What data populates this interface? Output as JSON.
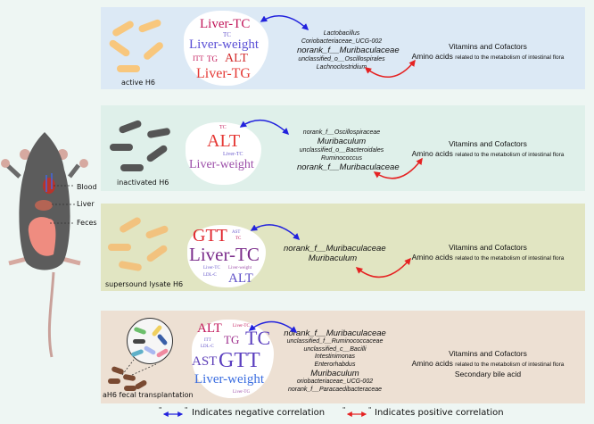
{
  "colors": {
    "background": "#eef6f3",
    "panel1": "#dce9f5",
    "panel2": "#dff0ea",
    "panel3": "#e1e5c2",
    "panel4": "#ede0d3",
    "negative": "#2222dd",
    "positive": "#e52222"
  },
  "mouse": {
    "labels": [
      "Blood",
      "Liver",
      "Feces"
    ]
  },
  "panels": [
    {
      "group": "active H6",
      "words": [
        "Liver-TC",
        "TC",
        "Liver-weight",
        "ITT",
        "TG",
        "ALT",
        "Liver-TG"
      ],
      "taxa": [
        "Lactobacillus",
        "Coriobacteriaceae_UCG-002",
        "norank_f__Muribaculaceae",
        "unclassified_o__Oscillospirales",
        "Lachnoclostridium"
      ],
      "metabolites": {
        "line1": "Vitamins and Cofactors",
        "amino": "Amino acids",
        "related": "related to the metabolism of intestinal flora"
      }
    },
    {
      "group": "inactivated H6",
      "words": [
        "TC",
        "ALT",
        "Liver-TC",
        "Liver-weight"
      ],
      "taxa": [
        "norank_f__Oscillospiraceae",
        "Muribaculum",
        "unclassified_o__Bacteroidales",
        "Ruminococcus",
        "norank_f__Muribaculaceae"
      ],
      "metabolites": {
        "line1": "Vitamins and Cofactors",
        "amino": "Amino acids",
        "related": "related to the metabolism of intestinal flora"
      }
    },
    {
      "group": "supersound lysate H6",
      "words": [
        "GTT",
        "AST",
        "TC",
        "Liver-TC",
        "Liver-TC",
        "Liver-weight",
        "LDL-C",
        "ALT"
      ],
      "taxa": [
        "norank_f__Muribaculaceae",
        "Muribaculum"
      ],
      "metabolites": {
        "line1": "Vitamins and Cofactors",
        "amino": "Amino acids",
        "related": "related to the metabolism of intestinal flora"
      }
    },
    {
      "group": "aH6 fecal transplantation",
      "words": [
        "ALT",
        "Liver-TC",
        "ITT",
        "TG",
        "LDL-C",
        "TC",
        "AST",
        "GTT",
        "Liver-weight",
        "Liver-TG"
      ],
      "taxa": [
        "norank_f__Muribaculaceae",
        "unclassified_f__Ruminococcaceae",
        "unclassified_c__Bacilli",
        "Intestinimonas",
        "Enterorhabdus",
        "Muribaculum",
        "oriobacteriaceae_UCG-002",
        "norank_f__Paracaedibacteraceae"
      ],
      "metabolites": {
        "line1": "Vitamins and Cofactors",
        "amino": "Amino acids",
        "related": "related to the metabolism of intestinal flora",
        "line3": "Secondary bile acid"
      }
    }
  ],
  "legend": {
    "negative": "Indicates negative correlation",
    "positive": "Indicates positive correlation",
    "quote_open": "\"",
    "quote_close": "\""
  }
}
